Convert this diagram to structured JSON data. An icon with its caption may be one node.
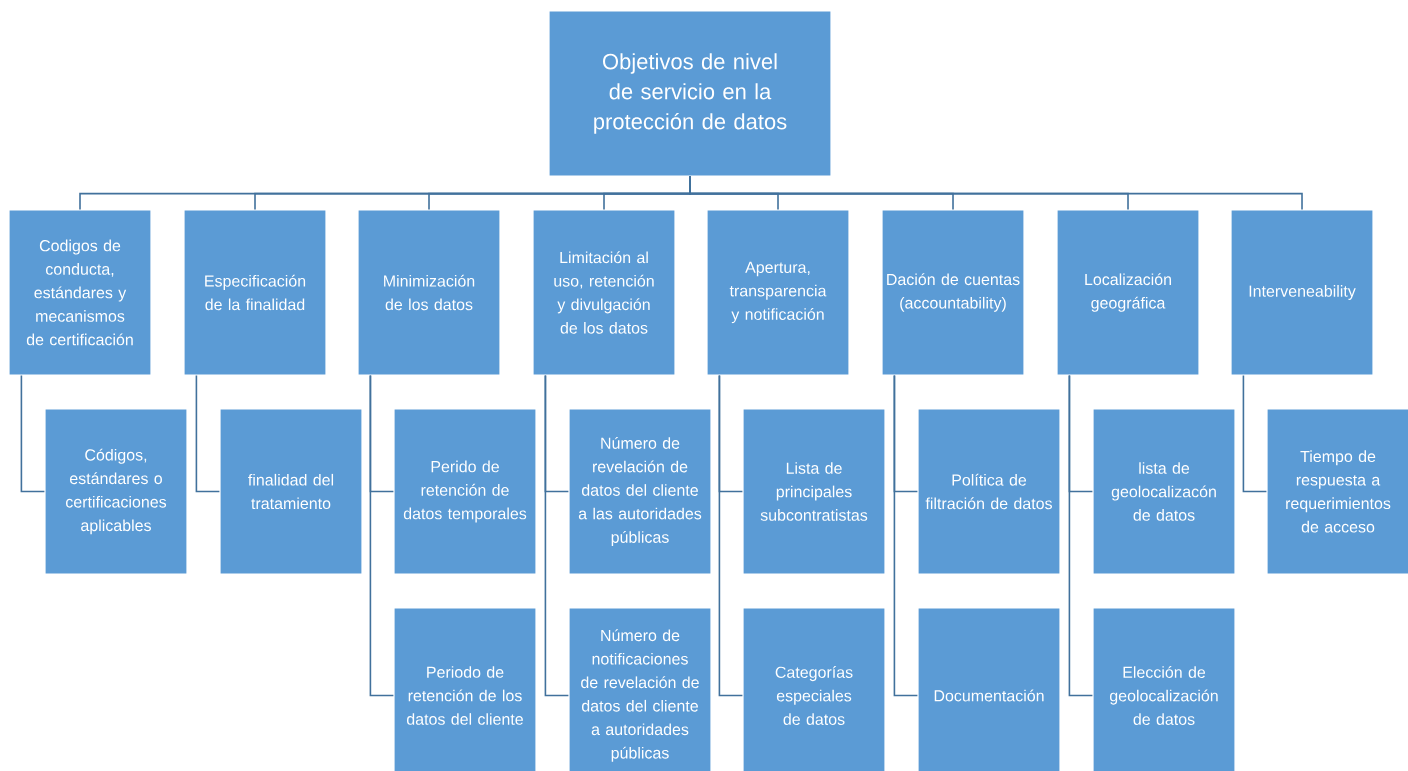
{
  "diagram": {
    "nodes": [
      {
        "text": [
          "Objetivos de nivel de servicio en la protección de datos"
        ]
      },
      {
        "text": [
          "Codigos de conducta, estándares y mecanismos de certificación"
        ]
      },
      {
        "text": [
          "Especificación de la finalidad"
        ]
      },
      {
        "text": [
          "Minimización de los datos"
        ]
      },
      {
        "text": [
          "Limitación al uso, retención y divulgación de los datos"
        ]
      },
      {
        "text": [
          "Apertura, transparencia y notificación"
        ]
      },
      {
        "text": [
          "Dación de cuentas (accountability)"
        ]
      },
      {
        "text": [
          "Localización geográfica"
        ]
      },
      {
        "text": [
          "Interveneability"
        ]
      },
      {
        "text": [
          "Códigos, estándares o certificaciones aplicables"
        ]
      },
      {
        "text": [
          "finalidad del tratamiento"
        ]
      },
      {
        "text": [
          "Perido de retención de datos temporales"
        ]
      },
      {
        "text": [
          "Periodo de retención de los datos del cliente"
        ]
      },
      {
        "text": [
          "Número de revelación de datos del cliente a las autoridades públicas"
        ]
      },
      {
        "text": [
          "Número de notificaciones de revelación de datos del cliente a autoridades públicas"
        ]
      },
      {
        "text": [
          "Lista de principales subcontratistas"
        ]
      },
      {
        "text": [
          "Categorías especiales de datos"
        ]
      },
      {
        "text": [
          "Política de filtración de datos"
        ]
      },
      {
        "text": [
          "Documentación"
        ]
      },
      {
        "text": [
          "lista de geolocalizacón de datos"
        ]
      },
      {
        "text": [
          "Elección de geolocalización de datos"
        ]
      },
      {
        "text": [
          "Tiempo de respuesta a requerimientos de acceso"
        ]
      }
    ],
    "edges": [
      {
        "from": 0,
        "to": 1,
        "arrow": "none"
      },
      {
        "from": 0,
        "to": 2,
        "arrow": "none"
      },
      {
        "from": 0,
        "to": 3,
        "arrow": "none"
      },
      {
        "from": 0,
        "to": 4,
        "arrow": "none"
      },
      {
        "from": 0,
        "to": 5,
        "arrow": "none"
      },
      {
        "from": 0,
        "to": 6,
        "arrow": "none"
      },
      {
        "from": 0,
        "to": 7,
        "arrow": "none"
      },
      {
        "from": 0,
        "to": 8,
        "arrow": "none"
      },
      {
        "from": 1,
        "to": 9,
        "arrow": "none"
      },
      {
        "from": 2,
        "to": 10,
        "arrow": "none"
      },
      {
        "from": 3,
        "to": 11,
        "arrow": "none"
      },
      {
        "from": 3,
        "to": 12,
        "arrow": "none"
      },
      {
        "from": 4,
        "to": 13,
        "arrow": "none"
      },
      {
        "from": 4,
        "to": 14,
        "arrow": "none"
      },
      {
        "from": 5,
        "to": 15,
        "arrow": "none"
      },
      {
        "from": 5,
        "to": 16,
        "arrow": "none"
      },
      {
        "from": 6,
        "to": 17,
        "arrow": "none"
      },
      {
        "from": 6,
        "to": 18,
        "arrow": "none"
      },
      {
        "from": 7,
        "to": 19,
        "arrow": "none"
      },
      {
        "from": 7,
        "to": 20,
        "arrow": "none"
      },
      {
        "from": 8,
        "to": 21,
        "arrow": "none"
      }
    ]
  }
}
